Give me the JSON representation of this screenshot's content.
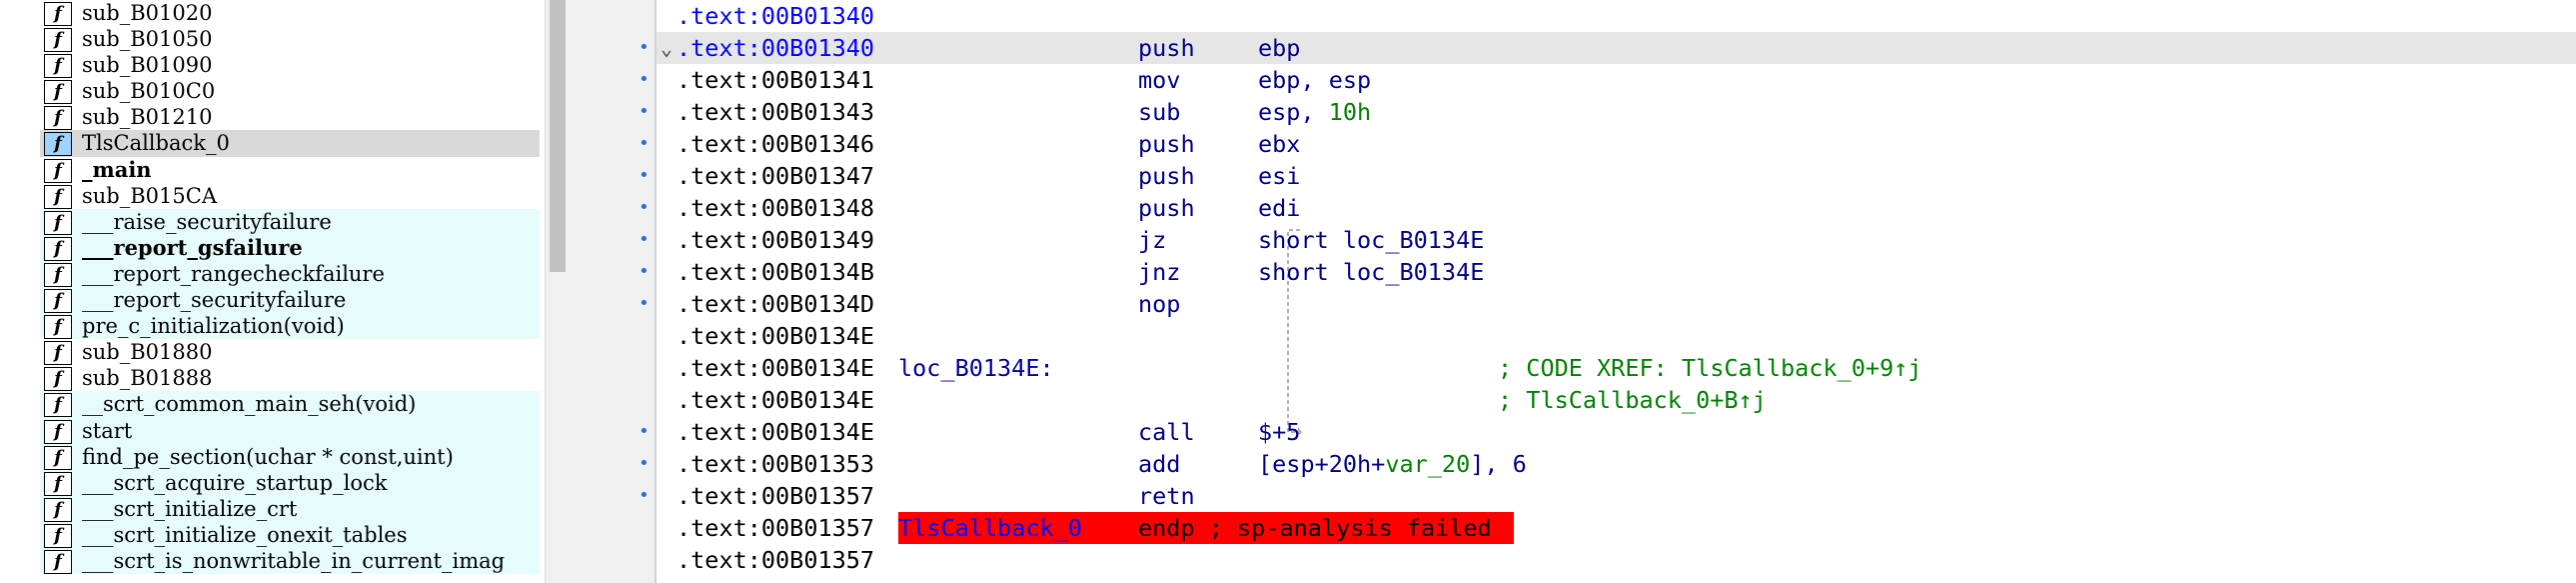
{
  "functions": [
    {
      "name": "sub_B01020",
      "kind": "normal"
    },
    {
      "name": "sub_B01050",
      "kind": "normal"
    },
    {
      "name": "sub_B01090",
      "kind": "normal"
    },
    {
      "name": "sub_B010C0",
      "kind": "normal"
    },
    {
      "name": "sub_B01210",
      "kind": "normal"
    },
    {
      "name": "TlsCallback_0",
      "kind": "selected"
    },
    {
      "name": "_main",
      "kind": "bold"
    },
    {
      "name": "sub_B015CA",
      "kind": "normal"
    },
    {
      "name": "___raise_securityfailure",
      "kind": "lib"
    },
    {
      "name": "___report_gsfailure",
      "kind": "lib-bold"
    },
    {
      "name": "___report_rangecheckfailure",
      "kind": "lib"
    },
    {
      "name": "___report_securityfailure",
      "kind": "lib"
    },
    {
      "name": "pre_c_initialization(void)",
      "kind": "lib"
    },
    {
      "name": "sub_B01880",
      "kind": "normal"
    },
    {
      "name": "sub_B01888",
      "kind": "normal"
    },
    {
      "name": "__scrt_common_main_seh(void)",
      "kind": "lib"
    },
    {
      "name": "start",
      "kind": "lib"
    },
    {
      "name": "find_pe_section(uchar * const,uint)",
      "kind": "lib"
    },
    {
      "name": "___scrt_acquire_startup_lock",
      "kind": "lib"
    },
    {
      "name": "___scrt_initialize_crt",
      "kind": "lib"
    },
    {
      "name": "___scrt_initialize_onexit_tables",
      "kind": "lib"
    },
    {
      "name": "___scrt_is_nonwritable_in_current_imag",
      "kind": "lib"
    }
  ],
  "icon_glyph": "f",
  "disasm": [
    {
      "addr": ".text:00B01340",
      "addr_blue": true
    },
    {
      "addr": ".text:00B01340",
      "addr_blue": true,
      "current": true,
      "dot": true,
      "chevron": true,
      "mnem": "push",
      "ops": "ebp"
    },
    {
      "addr": ".text:00B01341",
      "dot": true,
      "mnem": "mov",
      "ops": "ebp, esp"
    },
    {
      "addr": ".text:00B01343",
      "dot": true,
      "mnem": "sub",
      "ops": "esp, ",
      "ops_num": "10h"
    },
    {
      "addr": ".text:00B01346",
      "dot": true,
      "mnem": "push",
      "ops": "ebx"
    },
    {
      "addr": ".text:00B01347",
      "dot": true,
      "mnem": "push",
      "ops": "esi"
    },
    {
      "addr": ".text:00B01348",
      "dot": true,
      "mnem": "push",
      "ops": "edi"
    },
    {
      "addr": ".text:00B01349",
      "dot": true,
      "mnem": "jz",
      "ops": "short loc_B0134E"
    },
    {
      "addr": ".text:00B0134B",
      "dot": true,
      "mnem": "jnz",
      "ops": "short loc_B0134E"
    },
    {
      "addr": ".text:00B0134D",
      "dot": true,
      "mnem": "nop"
    },
    {
      "addr": ".text:00B0134E"
    },
    {
      "addr": ".text:00B0134E",
      "label": "loc_B0134E:",
      "comment": "; CODE XREF: TlsCallback_0+9↑j"
    },
    {
      "addr": ".text:00B0134E",
      "comment": "; TlsCallback_0+B↑j"
    },
    {
      "addr": ".text:00B0134E",
      "dot": true,
      "mnem": "call",
      "ops": "$+5"
    },
    {
      "addr": ".text:00B01353",
      "dot": true,
      "mnem": "add",
      "ops": "[esp+20h+",
      "ops_var": "var_20",
      "ops_tail": "], 6"
    },
    {
      "addr": ".text:00B01357",
      "dot": true,
      "mnem": "retn"
    },
    {
      "addr": ".text:00B01357",
      "endp": true,
      "endp_name": "TlsCallback_0",
      "endp_text": "endp ; sp-analysis failed"
    },
    {
      "addr": ".text:00B01357"
    }
  ],
  "colors": {
    "error_bar": "#ff0000",
    "selection": "#d9d9d9",
    "library_row": "#e6fbfb",
    "current_line": "#e6e6e6"
  }
}
